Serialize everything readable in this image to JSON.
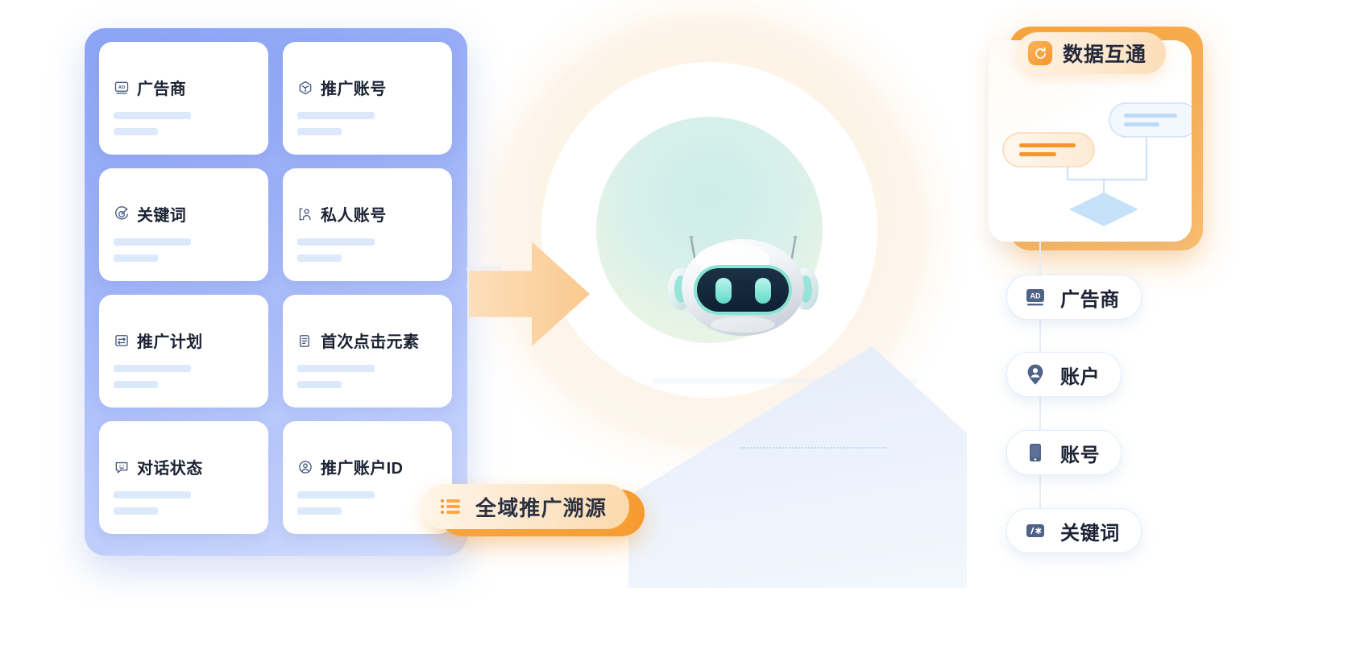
{
  "left_panel": {
    "name": "data-source-grid",
    "cards": [
      {
        "icon": "ad-badge-icon",
        "label": "广告商"
      },
      {
        "icon": "cube-icon",
        "label": "推广账号"
      },
      {
        "icon": "target-icon",
        "label": "关键词"
      },
      {
        "icon": "user-group-icon",
        "label": "私人账号"
      },
      {
        "icon": "plan-list-icon",
        "label": "推广计划"
      },
      {
        "icon": "clipboard-icon",
        "label": "首次点击元素"
      },
      {
        "icon": "chat-smile-icon",
        "label": "对话状态"
      },
      {
        "icon": "user-circle-icon",
        "label": "推广账户ID"
      }
    ],
    "placeholder_bars": 2
  },
  "center": {
    "robot_alt": "ai-robot-mascot",
    "flow_arrow": "right-arrow-orange"
  },
  "bottom_badge": {
    "icon": "ordered-list-icon",
    "label": "全域推广溯源"
  },
  "right_panel": {
    "badge": {
      "icon": "sync-refresh-icon",
      "label": "数据互通"
    },
    "diagram": {
      "node_orange": "flow-node-orange",
      "node_blue": "flow-node-blue",
      "node_diamond": "flow-node-diamond"
    },
    "pills": [
      {
        "icon": "ad-badge-icon",
        "label": "广告商"
      },
      {
        "icon": "user-pin-icon",
        "label": "账户"
      },
      {
        "icon": "mobile-icon",
        "label": "账号"
      },
      {
        "icon": "keyword-tag-icon",
        "label": "关键词"
      }
    ]
  },
  "colors": {
    "brand_orange": "#F7952B",
    "brand_orange_light": "#FBD9AC",
    "panel_blue": "#8BA4F4",
    "placeholder_blue": "#DCE9FB",
    "icon_navy": "#46597F",
    "text_dark": "#1B2233"
  }
}
